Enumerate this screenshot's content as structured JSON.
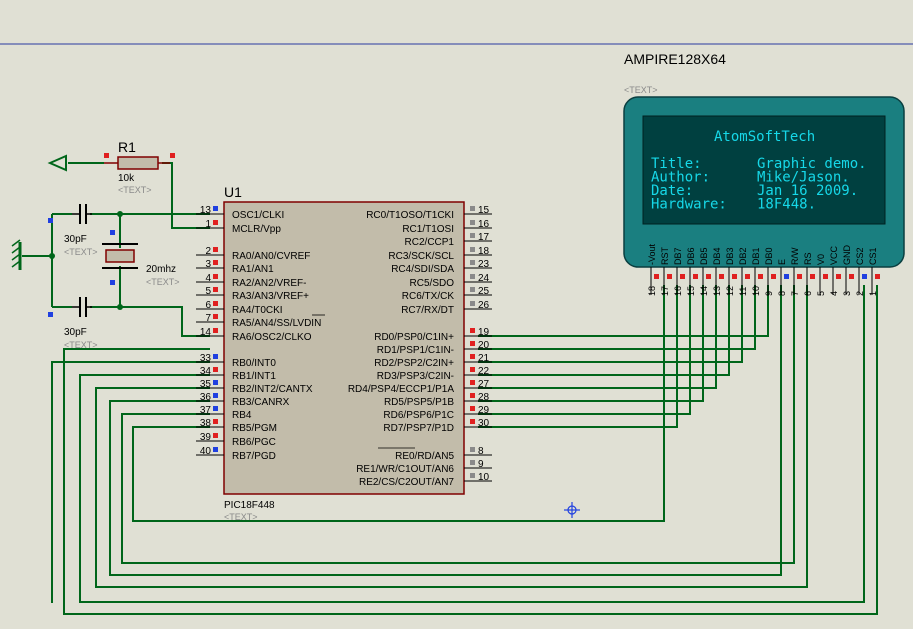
{
  "lcd": {
    "name": "AMPIRE128X64",
    "text_placeholder": "<TEXT>",
    "title_line": "AtomSoftTech",
    "rows": [
      {
        "label": "Title:",
        "value": "Graphic demo."
      },
      {
        "label": "Author:",
        "value": "Mike/Jason."
      },
      {
        "label": "Date:",
        "value": "Jan 16 2009."
      },
      {
        "label": "Hardware:",
        "value": "18F448."
      }
    ],
    "pins": [
      {
        "name": "-Vout",
        "num": "18"
      },
      {
        "name": "RST",
        "num": "17"
      },
      {
        "name": "DB7",
        "num": "16"
      },
      {
        "name": "DB6",
        "num": "15"
      },
      {
        "name": "DB5",
        "num": "14"
      },
      {
        "name": "DB4",
        "num": "13"
      },
      {
        "name": "DB3",
        "num": "12"
      },
      {
        "name": "DB2",
        "num": "11"
      },
      {
        "name": "DB1",
        "num": "10"
      },
      {
        "name": "DB0",
        "num": "9"
      },
      {
        "name": "E",
        "num": "8"
      },
      {
        "name": "R/W",
        "num": "7"
      },
      {
        "name": "RS",
        "num": "6"
      },
      {
        "name": "V0",
        "num": "5"
      },
      {
        "name": "VCC",
        "num": "4"
      },
      {
        "name": "GND",
        "num": "3"
      },
      {
        "name": "CS2",
        "num": "2"
      },
      {
        "name": "CS1",
        "num": "1"
      }
    ]
  },
  "mcu": {
    "ref": "U1",
    "part": "PIC18F448",
    "text_placeholder": "<TEXT>",
    "left_pins": [
      {
        "num": "13",
        "name": "OSC1/CLKI"
      },
      {
        "num": "1",
        "name": "MCLR/Vpp"
      },
      {
        "num": "2",
        "name": "RA0/AN0/CVREF"
      },
      {
        "num": "3",
        "name": "RA1/AN1"
      },
      {
        "num": "4",
        "name": "RA2/AN2/VREF-"
      },
      {
        "num": "5",
        "name": "RA3/AN3/VREF+"
      },
      {
        "num": "6",
        "name": "RA4/T0CKI"
      },
      {
        "num": "7",
        "name": "RA5/AN4/SS/LVDIN"
      },
      {
        "num": "14",
        "name": "RA6/OSC2/CLKO"
      },
      {
        "num": "33",
        "name": "RB0/INT0"
      },
      {
        "num": "34",
        "name": "RB1/INT1"
      },
      {
        "num": "35",
        "name": "RB2/INT2/CANTX"
      },
      {
        "num": "36",
        "name": "RB3/CANRX"
      },
      {
        "num": "37",
        "name": "RB4"
      },
      {
        "num": "38",
        "name": "RB5/PGM"
      },
      {
        "num": "39",
        "name": "RB6/PGC"
      },
      {
        "num": "40",
        "name": "RB7/PGD"
      }
    ],
    "right_pins": [
      {
        "num": "15",
        "name": "RC0/T1OSO/T1CKI"
      },
      {
        "num": "16",
        "name": "RC1/T1OSI"
      },
      {
        "num": "17",
        "name": "RC2/CCP1"
      },
      {
        "num": "18",
        "name": "RC3/SCK/SCL"
      },
      {
        "num": "23",
        "name": "RC4/SDI/SDA"
      },
      {
        "num": "24",
        "name": "RC5/SDO"
      },
      {
        "num": "25",
        "name": "RC6/TX/CK"
      },
      {
        "num": "26",
        "name": "RC7/RX/DT"
      },
      {
        "num": "19",
        "name": "RD0/PSP0/C1IN+"
      },
      {
        "num": "20",
        "name": "RD1/PSP1/C1IN-"
      },
      {
        "num": "21",
        "name": "RD2/PSP2/C2IN+"
      },
      {
        "num": "22",
        "name": "RD3/PSP3/C2IN-"
      },
      {
        "num": "27",
        "name": "RD4/PSP4/ECCP1/P1A"
      },
      {
        "num": "28",
        "name": "RD5/PSP5/P1B"
      },
      {
        "num": "29",
        "name": "RD6/PSP6/P1C"
      },
      {
        "num": "30",
        "name": "RD7/PSP7/P1D"
      },
      {
        "num": "8",
        "name": "RE0/RD/AN5"
      },
      {
        "num": "9",
        "name": "RE1/WR/C1OUT/AN6"
      },
      {
        "num": "10",
        "name": "RE2/CS/C2OUT/AN7"
      }
    ]
  },
  "resistor": {
    "ref": "R1",
    "value": "10k",
    "text_placeholder": "<TEXT>"
  },
  "crystal": {
    "value": "20mhz",
    "text_placeholder": "<TEXT>"
  },
  "cap_top": {
    "value": "30pF",
    "text_placeholder": "<TEXT>"
  },
  "cap_bottom": {
    "value": "30pF",
    "text_placeholder": "<TEXT>"
  },
  "colors": {
    "background": "#e0e0d4",
    "wire": "#00661a",
    "chip_body": "#c2bcaa",
    "chip_border": "#800000",
    "lcd_frame": "#1a7f80",
    "lcd_screen": "#004040",
    "lcd_text": "#16d8e8"
  }
}
